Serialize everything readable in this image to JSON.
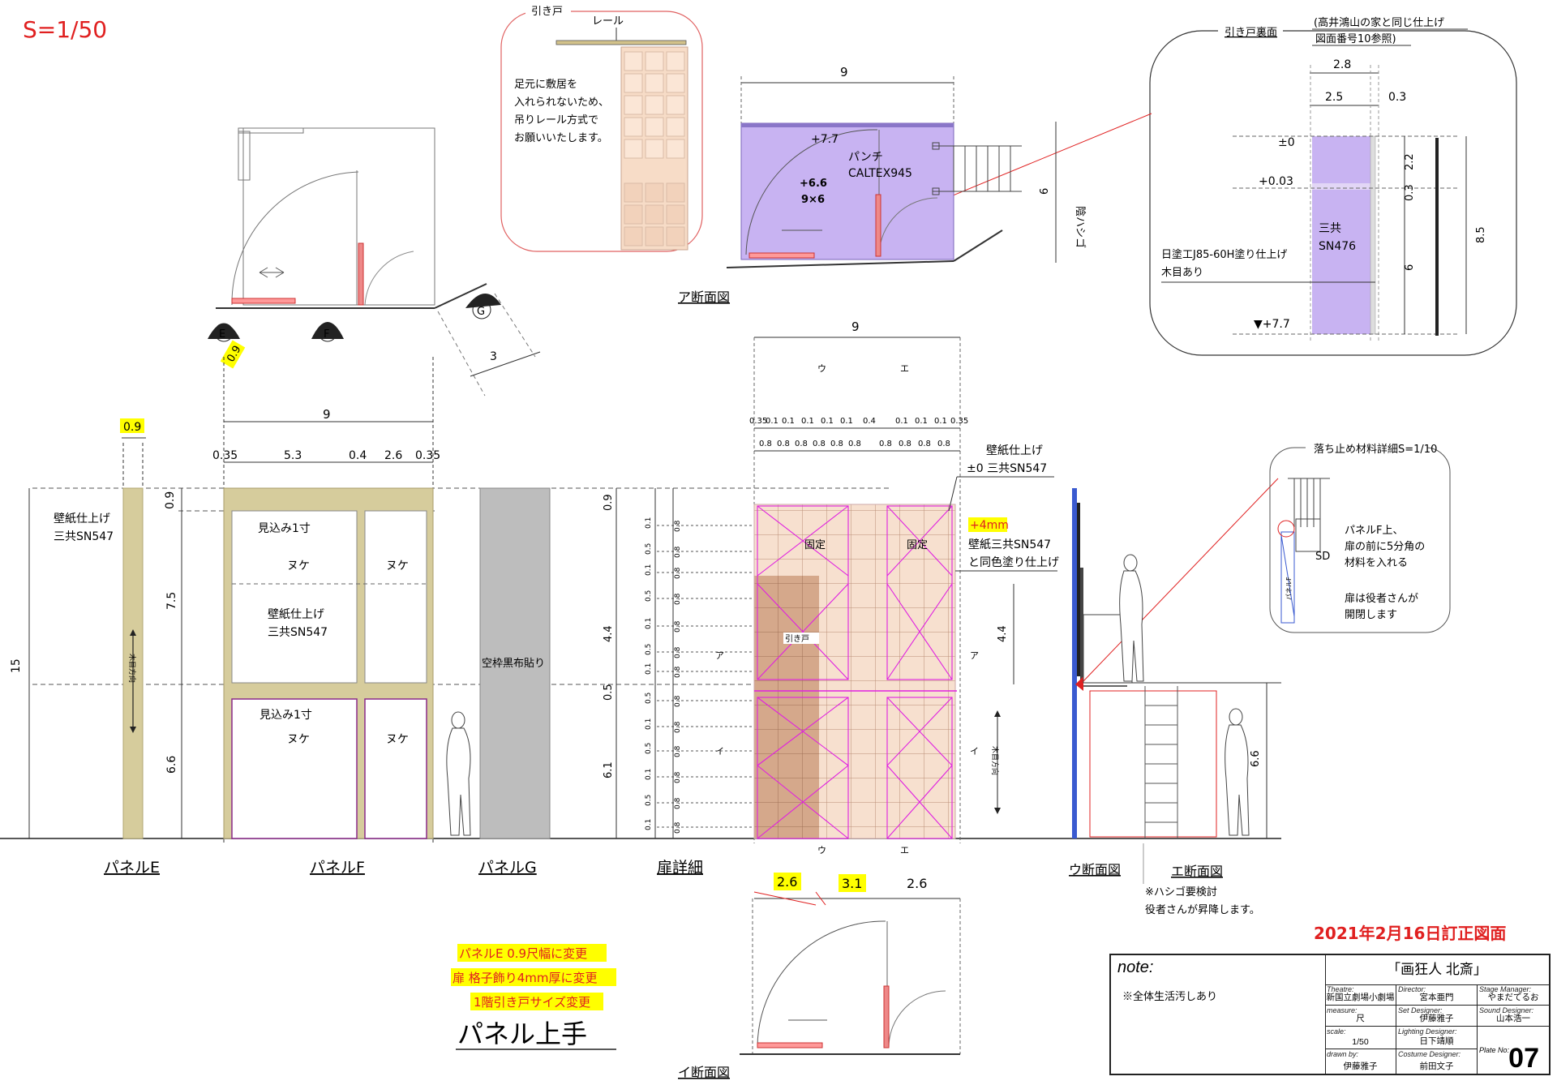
{
  "scale_label": "S=1/50",
  "revision_date": "2021年2月16日訂正図面",
  "sliding_door_box": {
    "title": "引き戸",
    "rail": "レール",
    "note": [
      "足元に敷居を",
      "入れられないため、",
      "吊りレール方式で",
      "お願いいたします。"
    ]
  },
  "back_box": {
    "title": "引き戸裏面",
    "ref": [
      "(高井鴻山の家と同じ仕上げ",
      "図面番号10参照)"
    ],
    "dims": [
      "2.8",
      "2.5",
      "0.3",
      "2.2",
      "0.3",
      "6",
      "8.5"
    ],
    "levels": [
      "±0",
      "+0.03",
      "▼+7.7"
    ],
    "color": "三共",
    "color2": "SN476",
    "finish": [
      "日塗工J85-60H塗り仕上げ",
      "木目あり"
    ]
  },
  "plan_top": {
    "markers": [
      "E",
      "F",
      "G"
    ],
    "dims": [
      "0.9",
      "3",
      "9"
    ]
  },
  "section_a": {
    "title": "ア断面図",
    "dim": "9",
    "level": "+7.7",
    "punch": "パンチ",
    "punch2": "CALTEX945",
    "size": "+6.6",
    "size2": "9×6",
    "side_dim": "6",
    "side_label": "陰ハシゴ"
  },
  "panel_dims": {
    "e_width": "0.9",
    "total": "9",
    "parts": [
      "0.35",
      "5.3",
      "0.4",
      "2.6",
      "0.35"
    ],
    "heights": [
      "0.9",
      "7.5",
      "6.6"
    ],
    "total_h": "15"
  },
  "panel_e": {
    "label": "パネルE",
    "finish": "壁紙仕上げ",
    "finish2": "三共SN547",
    "grain": "木目方向"
  },
  "panel_f": {
    "label": "パネルF",
    "mikomi": "見込み1寸",
    "nuke": "ヌケ",
    "finish": "壁紙仕上げ",
    "finish2": "三共SN547"
  },
  "panel_g": {
    "label": "パネルG",
    "text": "空枠黒布貼り"
  },
  "door": {
    "label": "扉詳細",
    "total": "9",
    "top_dims": [
      "0.35",
      "0.1",
      "0.1",
      "0.1",
      "0.1",
      "0.1",
      "0.4",
      "0.1",
      "0.1",
      "0.1",
      "0.35"
    ],
    "cell": "0.8",
    "fixed": "固定",
    "slide": "引き戸",
    "a_mark": "ア",
    "i_mark": "イ",
    "u_mark": "ウ",
    "e_mark": "エ",
    "left_dims": [
      "0.9",
      "4.4",
      "0.5",
      "6.1"
    ],
    "right_dims": [
      "4.4"
    ],
    "grain": "木目方向",
    "bottom_dims": [
      "2.6",
      "3.1",
      "2.6"
    ]
  },
  "door_finish": {
    "f1": "壁紙仕上げ",
    "f2": "±0  三共SN547",
    "mm": "+4mm",
    "f3": "壁紙三共SN547",
    "f4": "と同色塗り仕上げ"
  },
  "u_section": {
    "label": "ウ断面図",
    "dim": "6.6"
  },
  "e_section": {
    "label": "エ断面図",
    "note": "※ハシゴ要検討",
    "note2": "役者さんが昇降します。"
  },
  "detail": {
    "title": "落ち止め材料詳細S=1/10",
    "sd": "SD",
    "panel": "パネルF",
    "text": [
      "パネルF上、",
      "扉の前に5分角の",
      "材料を入れる"
    ],
    "text2": [
      "扉は役者さんが",
      "開閉します"
    ]
  },
  "i_section": {
    "label": "イ断面図"
  },
  "changes": {
    "items": [
      "パネルE 0.9尺幅に変更",
      "扉 格子飾り4mm厚に変更",
      "1階引き戸サイズ変更"
    ],
    "big": "パネル上手"
  },
  "title_block": {
    "note_h": "note:",
    "note": "※全体生活汚しあり",
    "title": "「画狂人 北斎」",
    "theatre_l": "Theatre:",
    "theatre": "新国立劇場小劇場",
    "director_l": "Director:",
    "director": "宮本亜門",
    "sm_l": "Stage Manager:",
    "sm": "やまだてるお",
    "measure_l": "measure:",
    "measure": "尺",
    "set_l": "Set Designer:",
    "set": "伊藤雅子",
    "sound_l": "Sound Designer:",
    "sound": "山本浩一",
    "scale_l": "scale:",
    "scale": "1/50",
    "light_l": "Lighting Designer:",
    "light": "日下靖順",
    "drawn_l": "drawn by:",
    "drawn": "伊藤雅子",
    "costume_l": "Costume Designer:",
    "costume": "前田文子",
    "plate_l": "Plate No:",
    "plate": "07"
  },
  "colors": {
    "purple": "#c8b3f2",
    "beige": "#d6cc9c",
    "gray": "#bdbdbd",
    "peach": "#f5dcc8",
    "brown": "#c99673",
    "magenta": "#e020e0",
    "red": "#e02020",
    "yellow": "#ffff00"
  }
}
